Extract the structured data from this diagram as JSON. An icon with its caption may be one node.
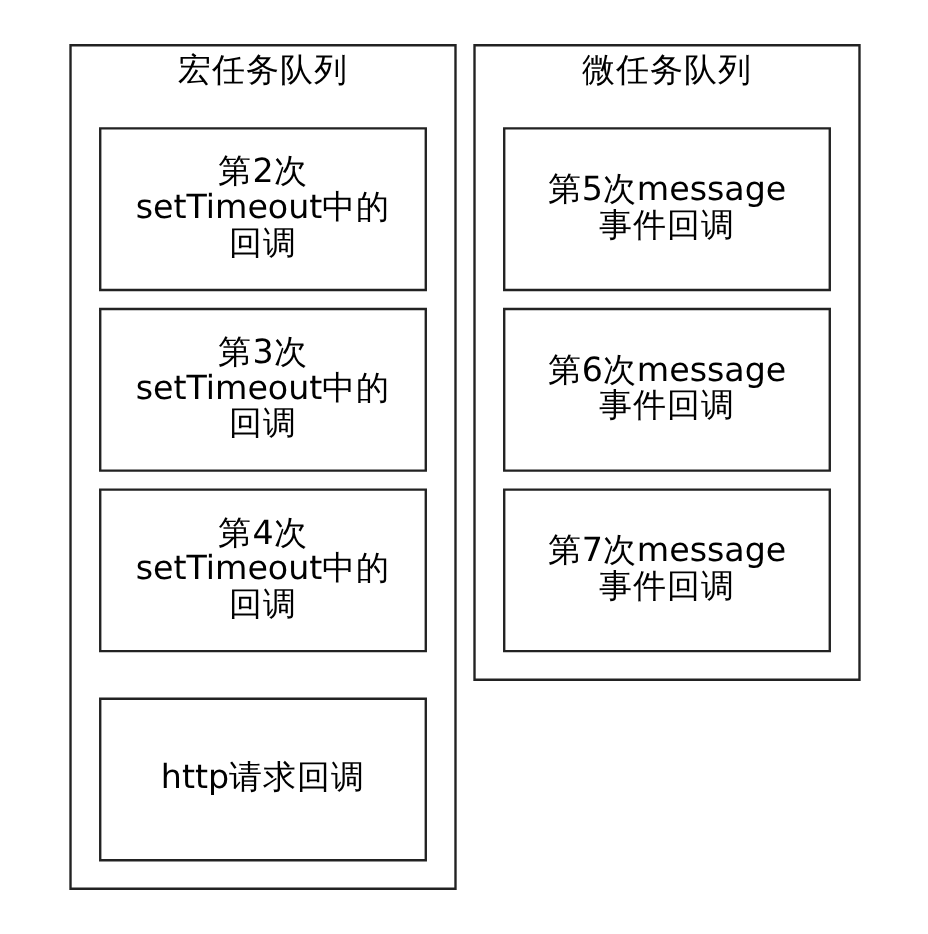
{
  "diagram": {
    "nodes": [
      {
        "text": [
          "宏任务队列"
        ]
      },
      {
        "text": [
          "第2次setTimeout中的回调"
        ],
        "in": 0
      },
      {
        "text": [
          "第3次setTimeout中的回调"
        ],
        "in": 0
      },
      {
        "text": [
          "第4次setTimeout中的回调"
        ],
        "in": 0
      },
      {
        "text": [
          "http请求回调"
        ],
        "in": 0
      },
      {
        "text": [
          "微任务队列"
        ]
      },
      {
        "text": [
          "第5次message事件回调"
        ],
        "in": 5
      },
      {
        "text": [
          "第6次message事件回调"
        ],
        "in": 5
      },
      {
        "text": [
          "第7次message事件回调"
        ],
        "in": 5
      }
    ]
  }
}
